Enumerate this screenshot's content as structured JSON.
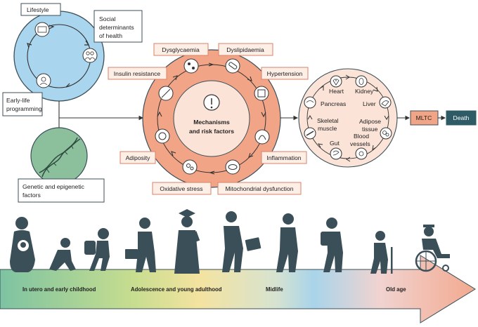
{
  "left_cycle": {
    "lifestyle": "Lifestyle",
    "social_determinants": [
      "Social",
      "determinants",
      "of health"
    ],
    "early_life": [
      "Early-life",
      "programming"
    ]
  },
  "genetic": [
    "Genetic and epigenetic",
    "factors"
  ],
  "mechanisms": {
    "center": [
      "Mechanisms",
      "and risk factors"
    ],
    "boxes": {
      "dysglycaemia": "Dysglycaemia",
      "dyslipidaemia": "Dyslipidaemia",
      "insulin_resistance": "Insulin resistance",
      "hypertension": "Hypertension",
      "adiposity": "Adiposity",
      "inflammation": "Inflammation",
      "oxidative_stress": "Oxidative stress",
      "mitochondrial": "Mitochondrial dysfunction"
    }
  },
  "organs": {
    "heart": "Heart",
    "kidney": "Kidney",
    "pancreas": "Pancreas",
    "liver": "Liver",
    "skeletal": [
      "Skeletal",
      "muscle"
    ],
    "adipose": [
      "Adipose",
      "tissue"
    ],
    "blood": [
      "Blood",
      "vessels"
    ],
    "gut": "Gut"
  },
  "outcomes": {
    "mltc": "MLTC",
    "death": "Death"
  },
  "timeline": {
    "stage1": "In utero and early childhood",
    "stage2": "Adolescence and young adulthood",
    "stage3": "Midlife",
    "stage4": "Old age"
  },
  "colors": {
    "cycle_fill": "#a9d6ee",
    "mech_fill": "#f2a486",
    "mech_inner": "#fbe3d7",
    "box_fill": "#fdeee6",
    "box_stroke": "#d9826a",
    "organ_fill": "#fbe3d7",
    "gene_fill": "#8cbf9c",
    "death_fill": "#2f5b66",
    "figure_fill": "#3b4f59"
  }
}
